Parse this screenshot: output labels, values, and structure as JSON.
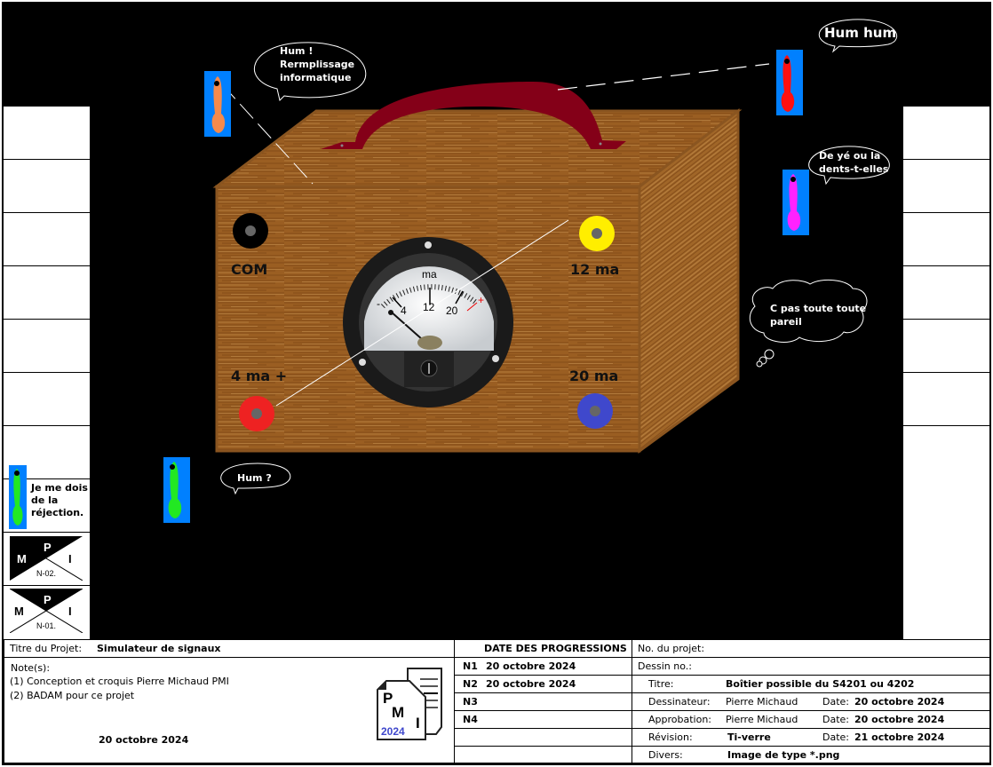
{
  "scene": {
    "box_labels": {
      "com": "COM",
      "ma12": "12 ma",
      "ma4": "4 ma +",
      "ma20": "20 ma"
    },
    "jack_colors": {
      "com": "#000000",
      "ma12": "#ffee00",
      "ma4": "#ee2222",
      "ma20": "#3f48cc"
    },
    "meter": {
      "unit": "ma",
      "ticks": [
        "4",
        "12",
        "20"
      ],
      "minus": "-",
      "plus": "+"
    },
    "bubbles": {
      "top_left": [
        "Hum !",
        "Rermplissage",
        "informatique"
      ],
      "top_right": "Hum hum",
      "right_mid": [
        "De yé ou la",
        "dents-t-elles"
      ],
      "cloud": [
        "C pas toute toute",
        "pareil"
      ],
      "bottom": "Hum ?"
    },
    "figure_colors": {
      "orange": "#f58a4c",
      "red": "#ff1010",
      "magenta": "#ff22ff",
      "green": "#22e822",
      "badge_bg": "#0080ff"
    },
    "sidebar_note": [
      "Je me dois",
      "de la",
      "réjection."
    ],
    "stamps": [
      {
        "letters": [
          "M",
          "P",
          "I"
        ],
        "code": "N-02."
      },
      {
        "letters": [
          "M",
          "P",
          "I"
        ],
        "code": "N-01."
      }
    ]
  },
  "title_block": {
    "project_title_label": "Titre du Projet:",
    "project_title_value": "Simulateur de signaux",
    "notes_label": "Note(s):",
    "notes": [
      "(1) Conception et croquis Pierre Michaud PMI",
      "(2) BADAM pour ce projet"
    ],
    "notes_date": "20 octobre 2024",
    "logo": {
      "letters": [
        "P",
        "M",
        "I"
      ],
      "year": "2024"
    },
    "progress_header": "DATE DES PROGRESSIONS",
    "progress": [
      {
        "id": "N1",
        "date": "20 octobre 2024"
      },
      {
        "id": "N2",
        "date": "20 octobre 2024"
      },
      {
        "id": "N3",
        "date": ""
      },
      {
        "id": "N4",
        "date": ""
      },
      {
        "id": "",
        "date": ""
      },
      {
        "id": "",
        "date": ""
      }
    ],
    "info": [
      {
        "label": "No. du projet:",
        "value": "",
        "date_label": "",
        "date": ""
      },
      {
        "label": "Dessin no.:",
        "value": "",
        "date_label": "",
        "date": ""
      },
      {
        "label": "Titre:",
        "value": "Boîtier possible du S4201 ou 4202",
        "date_label": "",
        "date": ""
      },
      {
        "label": "Dessinateur:",
        "value": "Pierre Michaud",
        "date_label": "Date:",
        "date": "20 octobre 2024"
      },
      {
        "label": "Approbation:",
        "value": "Pierre Michaud",
        "date_label": "Date:",
        "date": "20 octobre 2024"
      },
      {
        "label": "Révision:",
        "value": "Ti-verre",
        "date_label": "Date:",
        "date": "21 octobre 2024"
      },
      {
        "label": "Divers:",
        "value": "Image de type *.png",
        "date_label": "",
        "date": ""
      }
    ]
  }
}
